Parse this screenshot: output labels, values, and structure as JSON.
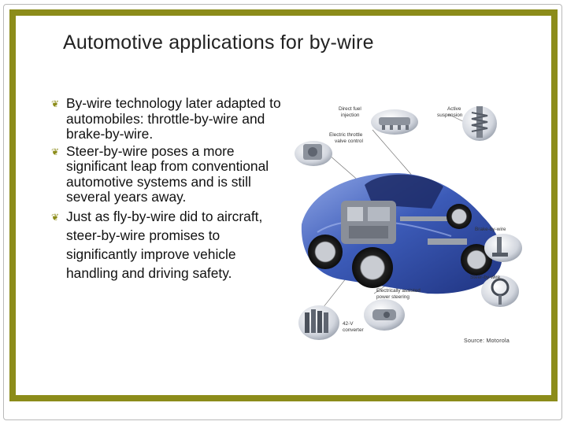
{
  "slide": {
    "title": "Automotive applications for by-wire",
    "bullets": [
      "By-wire technology later adapted to automobiles: throttle-by-wire and brake-by-wire.",
      "Steer-by-wire poses a more significant leap from conventional automotive systems and is still several years away.",
      "Just as fly-by-wire did to aircraft, steer-by-wire promises to significantly improve vehicle handling and driving safety."
    ],
    "bullet_icon": "leaf-bullet-icon",
    "colors": {
      "frame": "#8c8c1a",
      "car": "#2f4fa8"
    }
  },
  "figure": {
    "labels": {
      "direct_fuel_1": "Direct fuel",
      "direct_fuel_2": "injection",
      "active_1": "Active",
      "active_2": "suspension",
      "throttle_1": "Electric throttle",
      "throttle_2": "valve control",
      "brake": "Brake-by-wire",
      "steer": "Steer-by-wire",
      "power_1": "Electrically assisted",
      "power_2": "power steering",
      "converter_1": "42-V",
      "converter_2": "converter"
    },
    "source": "Source: Motorola"
  }
}
